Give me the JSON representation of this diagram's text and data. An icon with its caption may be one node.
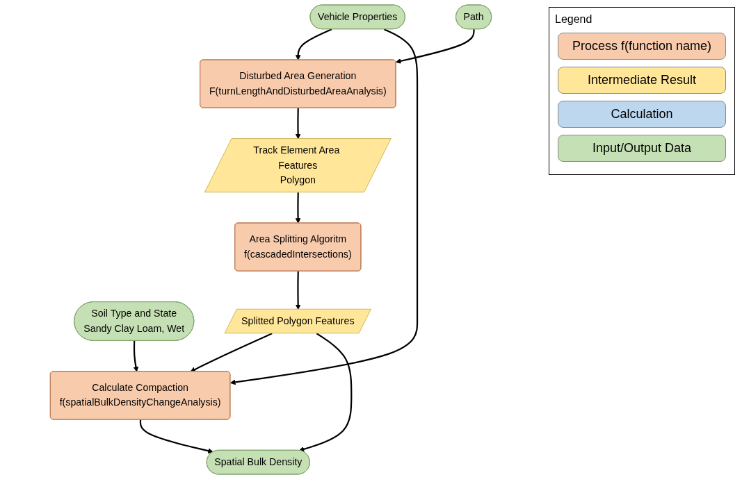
{
  "diagram": {
    "nodes": [
      {
        "text": [
          "Soil Type and State",
          "Sandy Clay Loam, Wet"
        ]
      },
      {
        "text": [
          "Vehicle Properties"
        ]
      },
      {
        "text": [
          "Path"
        ]
      },
      {
        "text": [
          "Disturbed Area Generation",
          "F(turnLengthAndDisturbedAreaAnalysis)"
        ]
      },
      {
        "text": [
          "Track Element Area Features",
          "Polygon"
        ]
      },
      {
        "text": [
          "Area Splitting Algoritm",
          "f(cascadedIntersections)"
        ]
      },
      {
        "text": [
          "Splitted Polygon Features"
        ]
      },
      {
        "text": [
          "Calculate Compaction",
          "f(spatialBulkDensityChangeAnalysis)"
        ]
      },
      {
        "text": [
          "Spatial Bulk Density"
        ]
      }
    ],
    "edges": [
      {
        "from": 1,
        "to": 3,
        "arrow": "to"
      },
      {
        "from": 2,
        "to": 3,
        "arrow": "to"
      },
      {
        "from": 3,
        "to": 4,
        "arrow": "to"
      },
      {
        "from": 4,
        "to": 5,
        "arrow": "to"
      },
      {
        "from": 5,
        "to": 6,
        "arrow": "to"
      },
      {
        "from": 0,
        "to": 7,
        "arrow": "to"
      },
      {
        "from": 1,
        "to": 7,
        "arrow": "to"
      },
      {
        "from": 6,
        "to": 7,
        "arrow": "to"
      },
      {
        "from": 6,
        "to": 8,
        "arrow": "to"
      },
      {
        "from": 7,
        "to": 8,
        "arrow": "to"
      }
    ],
    "labels": [
      "Legend"
    ],
    "legend": [
      {
        "text": "Process f(function name)",
        "color": "#f8cbad"
      },
      {
        "text": "Intermediate Result",
        "color": "#ffe699"
      },
      {
        "text": "Calculation",
        "color": "#bdd7ee"
      },
      {
        "text": "Input/Output Data",
        "color": "#c5e0b4"
      }
    ]
  }
}
